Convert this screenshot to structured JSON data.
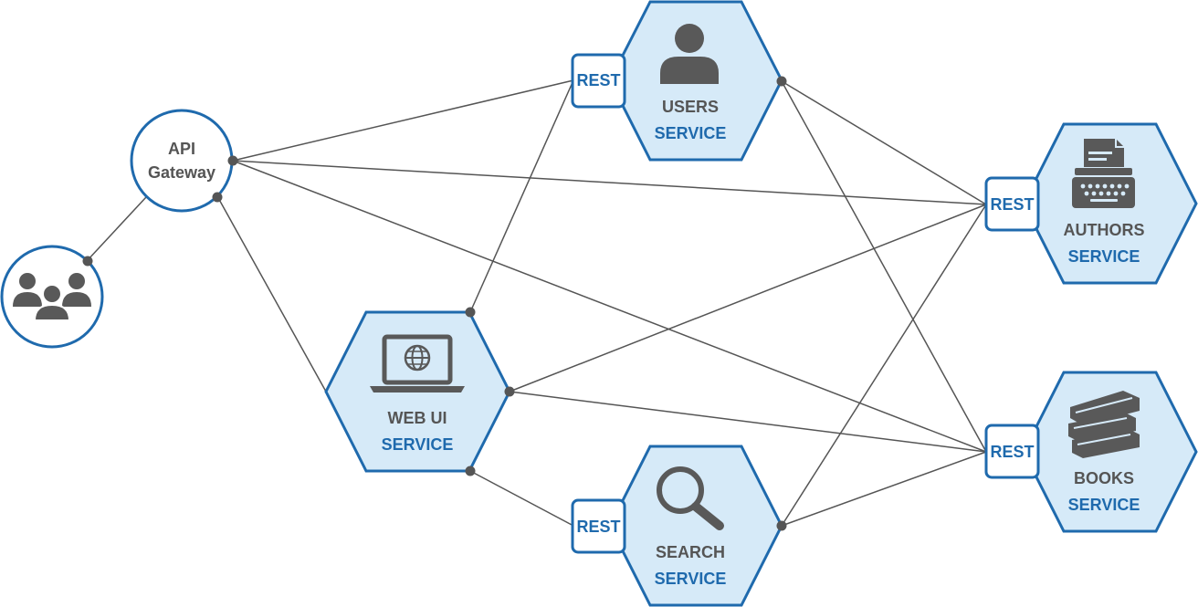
{
  "gateway": {
    "line1": "API",
    "line2": "Gateway"
  },
  "services": {
    "users": {
      "name": "USERS",
      "suffix": "SERVICE",
      "rest": "REST",
      "icon": "user-icon"
    },
    "authors": {
      "name": "AUTHORS",
      "suffix": "SERVICE",
      "rest": "REST",
      "icon": "typewriter-icon"
    },
    "books": {
      "name": "BOOKS",
      "suffix": "SERVICE",
      "rest": "REST",
      "icon": "books-icon"
    },
    "webui": {
      "name": "WEB UI",
      "suffix": "SERVICE",
      "icon": "laptop-globe-icon"
    },
    "search": {
      "name": "SEARCH",
      "suffix": "SERVICE",
      "rest": "REST",
      "icon": "magnifier-icon"
    }
  },
  "clients": {
    "icon": "user-group-icon"
  },
  "colors": {
    "accent": "#1f6aad",
    "hex_fill": "#d6eaf8",
    "line": "#555555",
    "text": "#555555"
  }
}
